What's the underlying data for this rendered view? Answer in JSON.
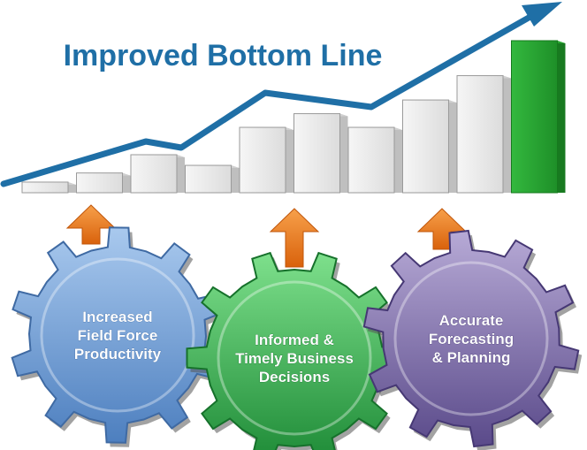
{
  "title": "Improved Bottom Line",
  "colors": {
    "title": "#1f6fa6",
    "trend_line": "#1f6fa6",
    "bar_face": "#e9e9e9",
    "bar_side": "#bfbfbf",
    "bar_highlight": "#23a02d",
    "arrow": "#e8781f",
    "gear_blue": "#6e9fd6",
    "gear_green": "#3db056",
    "gear_purple": "#7a6aa8"
  },
  "bars": {
    "count": 10,
    "relative_heights": [
      0.07,
      0.13,
      0.25,
      0.18,
      0.43,
      0.52,
      0.43,
      0.61,
      0.77,
      1.0
    ],
    "highlight_index": 9
  },
  "gears": [
    {
      "id": "productivity",
      "lines": [
        "Increased",
        "Field Force",
        "Productivity"
      ],
      "color_key": "gear_blue"
    },
    {
      "id": "decisions",
      "lines": [
        "Informed &",
        "Timely Business",
        "Decisions"
      ],
      "color_key": "gear_green"
    },
    {
      "id": "forecasting",
      "lines": [
        "Accurate",
        "Forecasting",
        "& Planning"
      ],
      "color_key": "gear_purple"
    }
  ],
  "icons": [
    "up-arrow-icon",
    "gear-icon",
    "trend-arrow-icon"
  ]
}
